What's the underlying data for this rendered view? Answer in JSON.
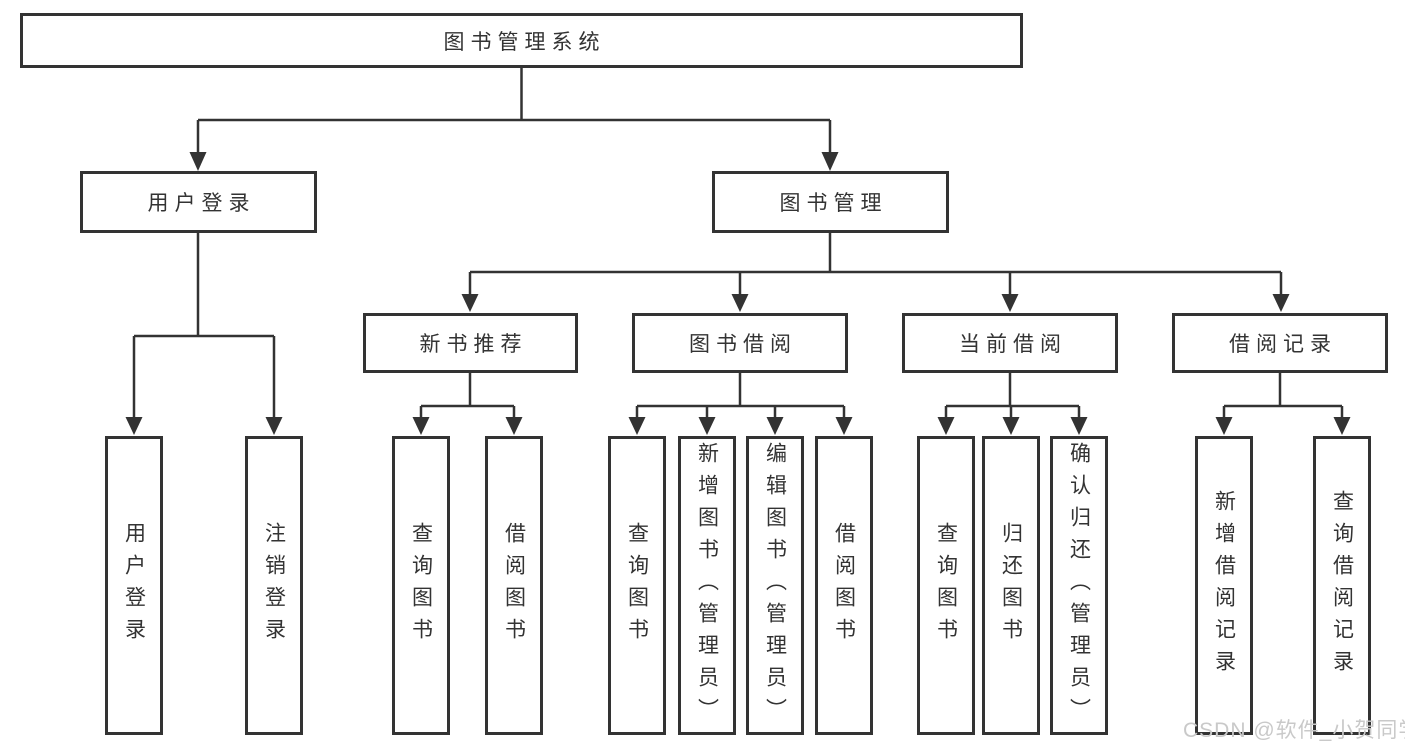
{
  "tree": {
    "root": {
      "label": "图书管理系统"
    },
    "branches": [
      {
        "label": "用户登录",
        "children": [
          {
            "label": "用户登录"
          },
          {
            "label": "注销登录"
          }
        ]
      },
      {
        "label": "图书管理",
        "children": [
          {
            "label": "新书推荐",
            "children": [
              {
                "label": "查询图书"
              },
              {
                "label": "借阅图书"
              }
            ]
          },
          {
            "label": "图书借阅",
            "children": [
              {
                "label": "查询图书"
              },
              {
                "label": "新增图书（管理员）"
              },
              {
                "label": "编辑图书（管理员）"
              },
              {
                "label": "借阅图书"
              }
            ]
          },
          {
            "label": "当前借阅",
            "children": [
              {
                "label": "查询图书"
              },
              {
                "label": "归还图书"
              },
              {
                "label": "确认归还（管理员）"
              }
            ]
          },
          {
            "label": "借阅记录",
            "children": [
              {
                "label": "新增借阅记录"
              },
              {
                "label": "查询借阅记录"
              }
            ]
          }
        ]
      }
    ]
  },
  "watermark": {
    "text": "CSDN @软件_小贺同学"
  },
  "colors": {
    "line": "#333333",
    "text": "#333333",
    "box_background": "#ffffff",
    "page_background": "#ffffff",
    "watermark": "#c9c9c9"
  }
}
